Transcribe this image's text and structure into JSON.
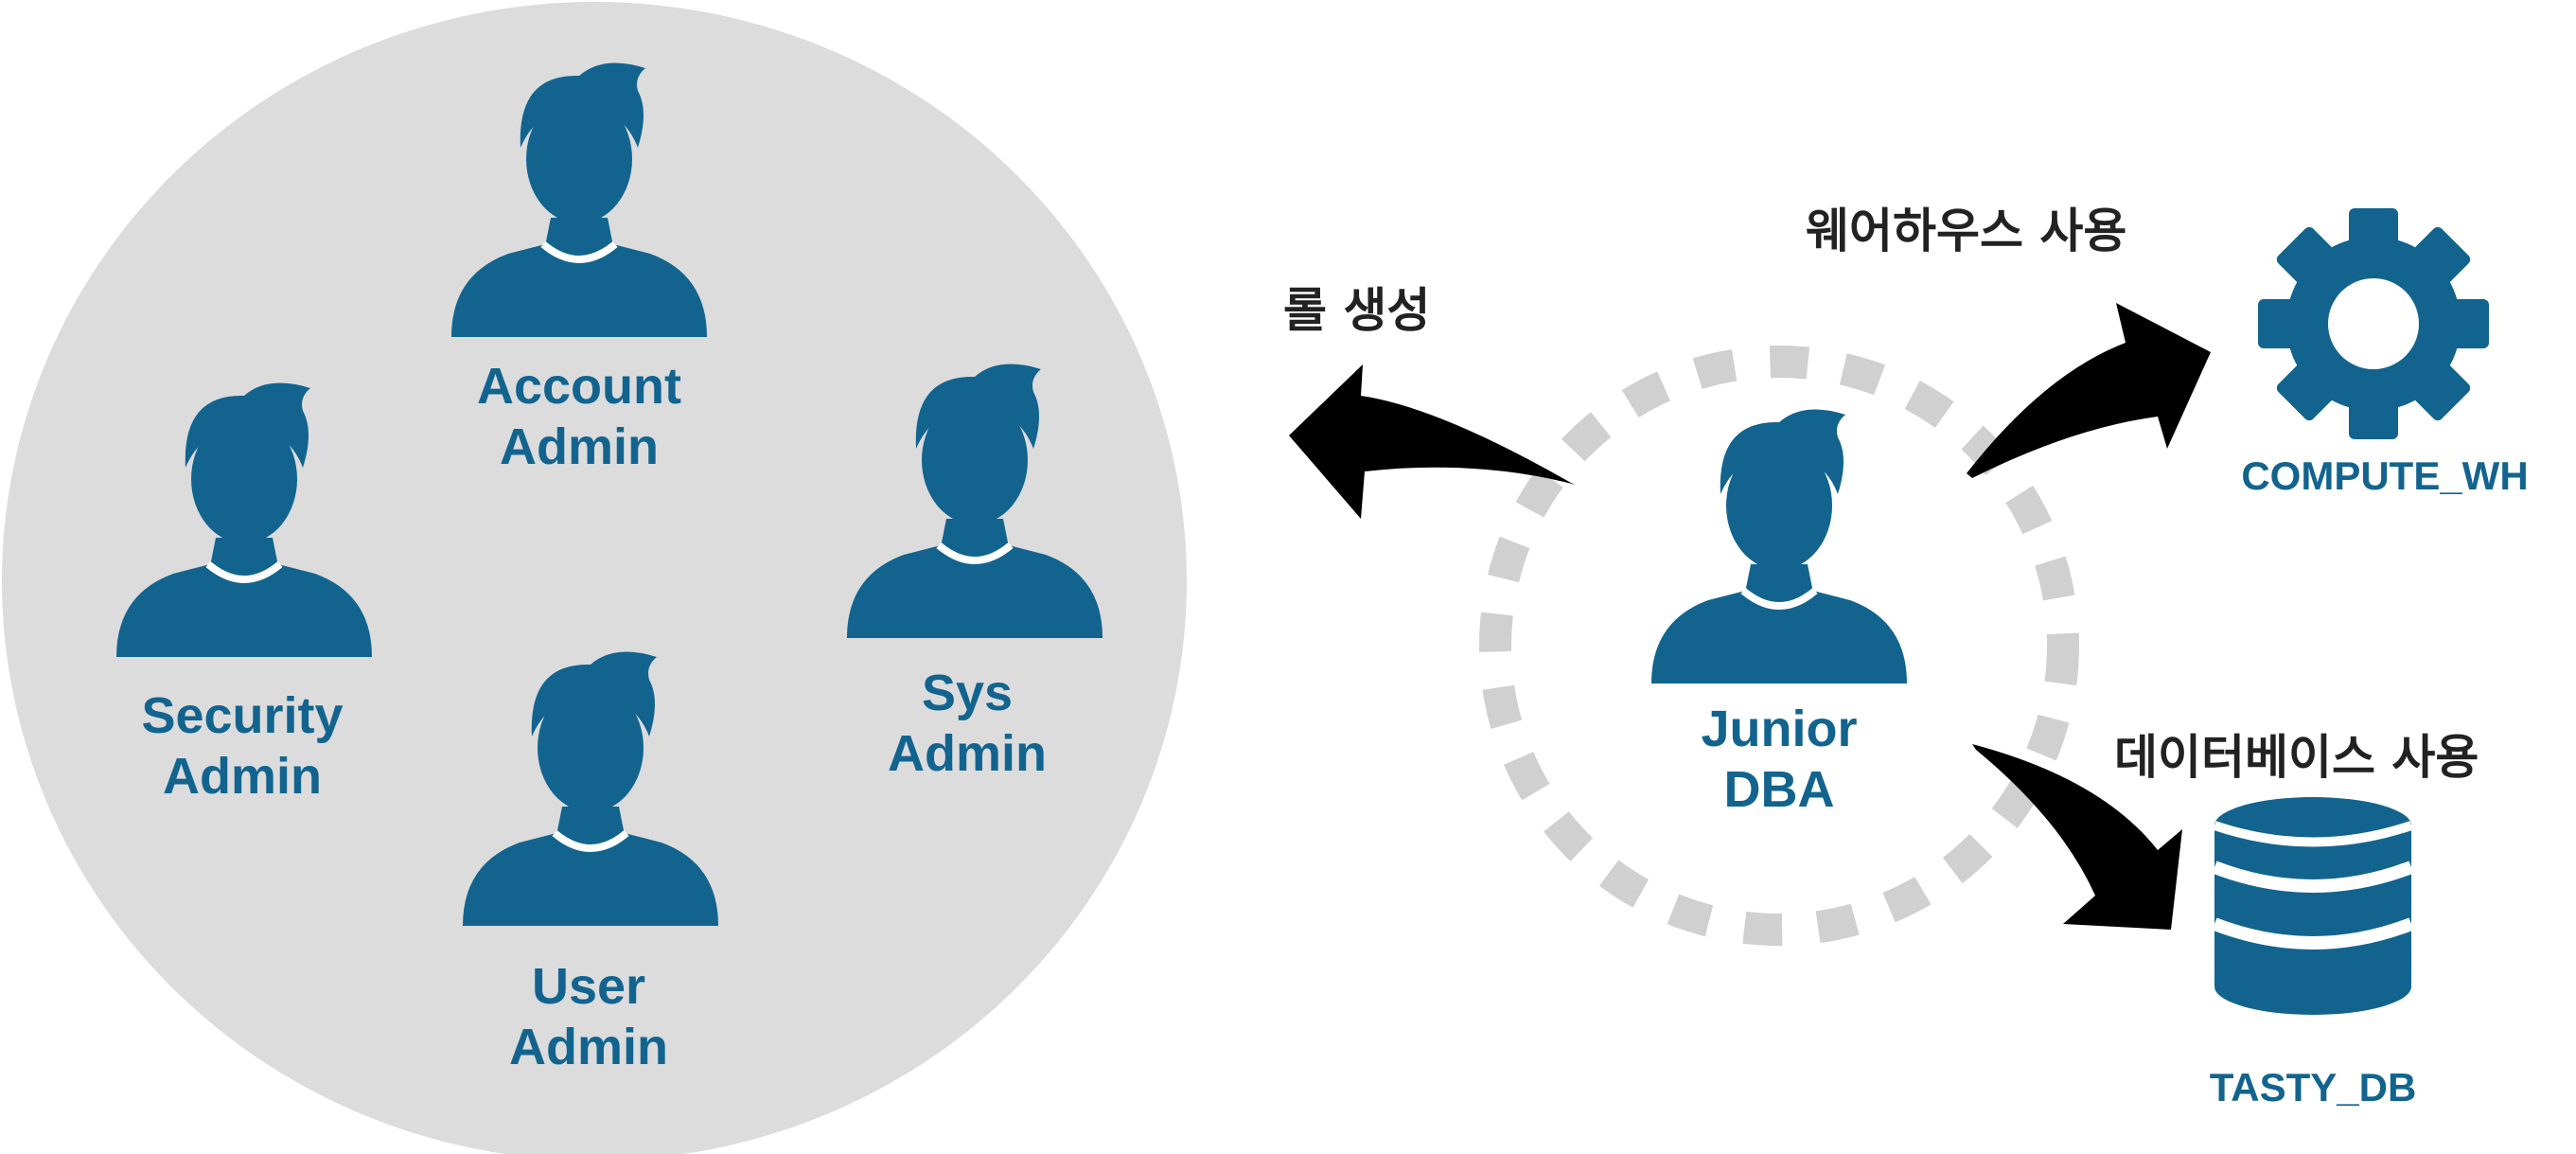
{
  "colors": {
    "accent": "#12648f",
    "group_fill": "#dcdcdd",
    "ring": "#d0d0d0",
    "arrow": "#000000",
    "text_dark": "#222222"
  },
  "admins": [
    {
      "id": "account",
      "icon": "person-icon",
      "line1": "Account",
      "line2": "Admin"
    },
    {
      "id": "security",
      "icon": "person-icon",
      "line1": "Security",
      "line2": "Admin"
    },
    {
      "id": "sys",
      "icon": "person-icon",
      "line1": "Sys",
      "line2": "Admin"
    },
    {
      "id": "user",
      "icon": "person-icon",
      "line1": "User",
      "line2": "Admin"
    }
  ],
  "junior": {
    "icon": "person-icon",
    "line1": "Junior",
    "line2": "DBA"
  },
  "actions": {
    "create_role": "롤 생성",
    "use_warehouse": "웨어하우스 사용",
    "use_database": "데이터베이스 사용"
  },
  "resources": {
    "warehouse": {
      "icon": "gear-icon",
      "label": "COMPUTE_WH"
    },
    "database": {
      "icon": "database-icon",
      "label": "TASTY_DB"
    }
  }
}
